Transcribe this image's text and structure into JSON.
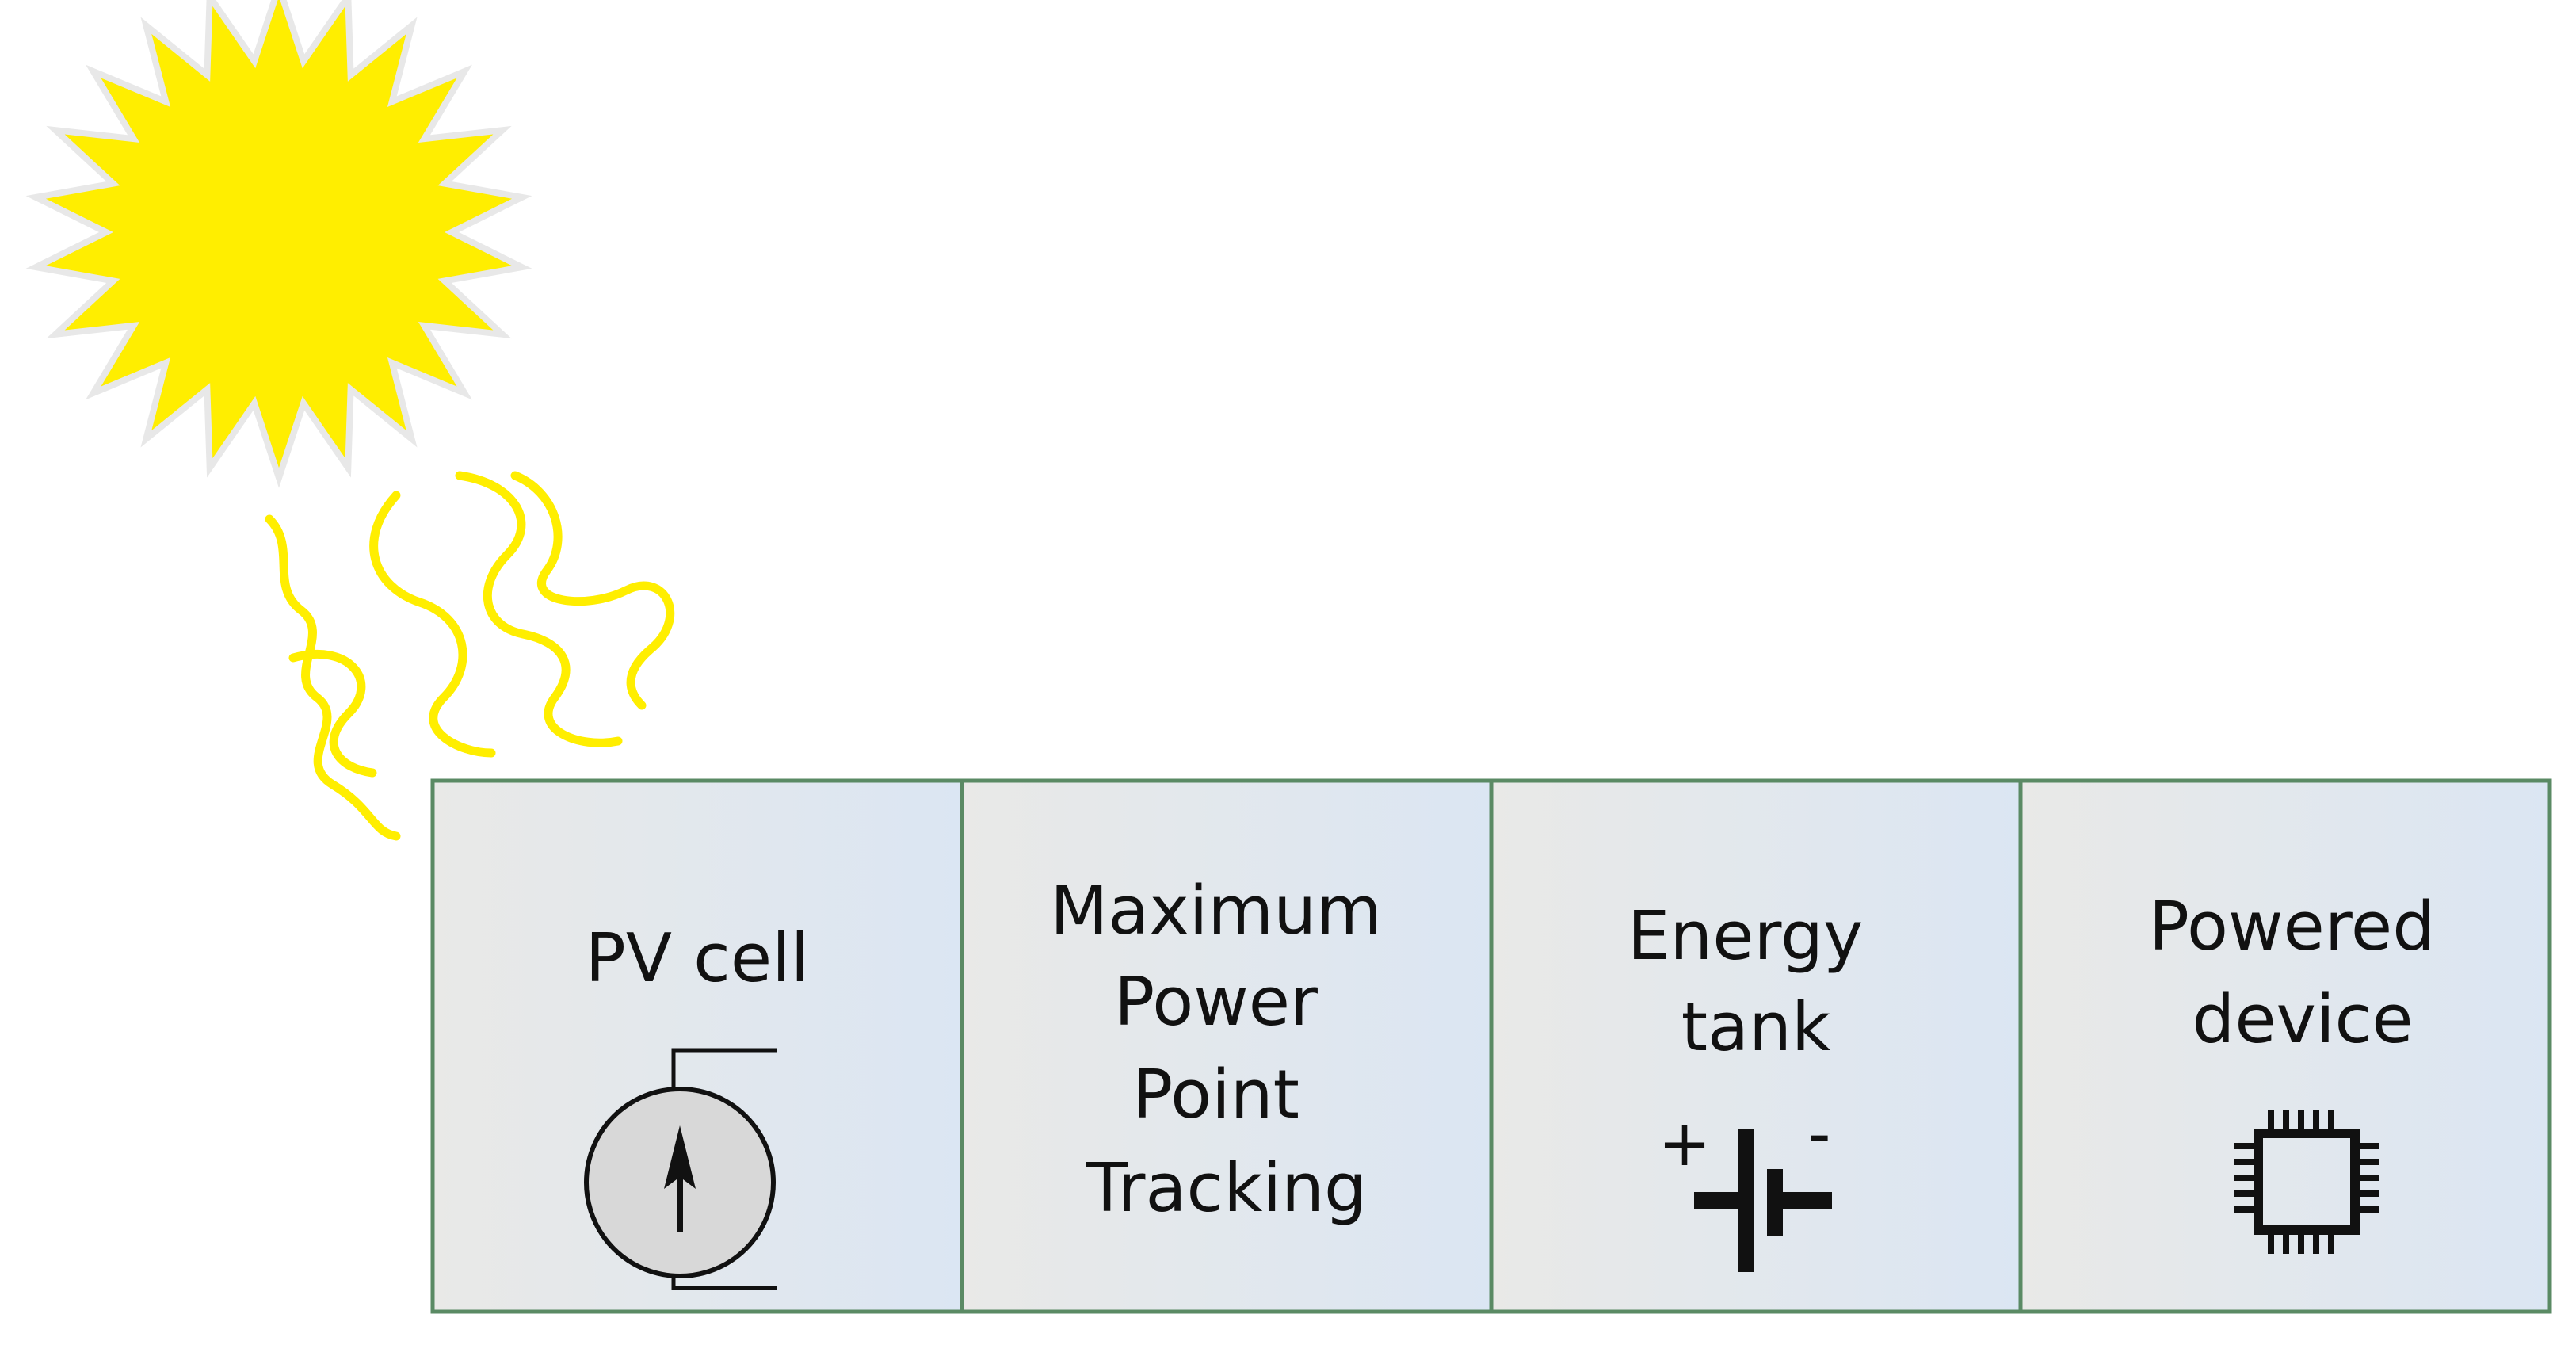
{
  "diagram": {
    "blocks": [
      {
        "id": "pv-cell",
        "lines": [
          "PV cell"
        ],
        "icon": "current-source-icon"
      },
      {
        "id": "mppt",
        "lines": [
          "Maximum",
          "Power",
          "Point",
          "Tracking"
        ],
        "icon": "none"
      },
      {
        "id": "energy-tank",
        "lines": [
          "Energy",
          "tank"
        ],
        "icon": "battery-icon"
      },
      {
        "id": "powered-device",
        "lines": [
          "Powered",
          "device"
        ],
        "icon": "chip-icon"
      }
    ],
    "battery": {
      "plus": "+",
      "minus": "-"
    },
    "colors": {
      "sun_fill": "#ffee00",
      "sun_outline": "#e8e8e8",
      "rays": "#ffee00",
      "block_border": "#5a8a64",
      "block_gradient_start": "#e9e9e7",
      "block_gradient_end": "#dbe6f3",
      "pv_circle_fill": "#d8d8d8",
      "stroke": "#111111"
    }
  }
}
